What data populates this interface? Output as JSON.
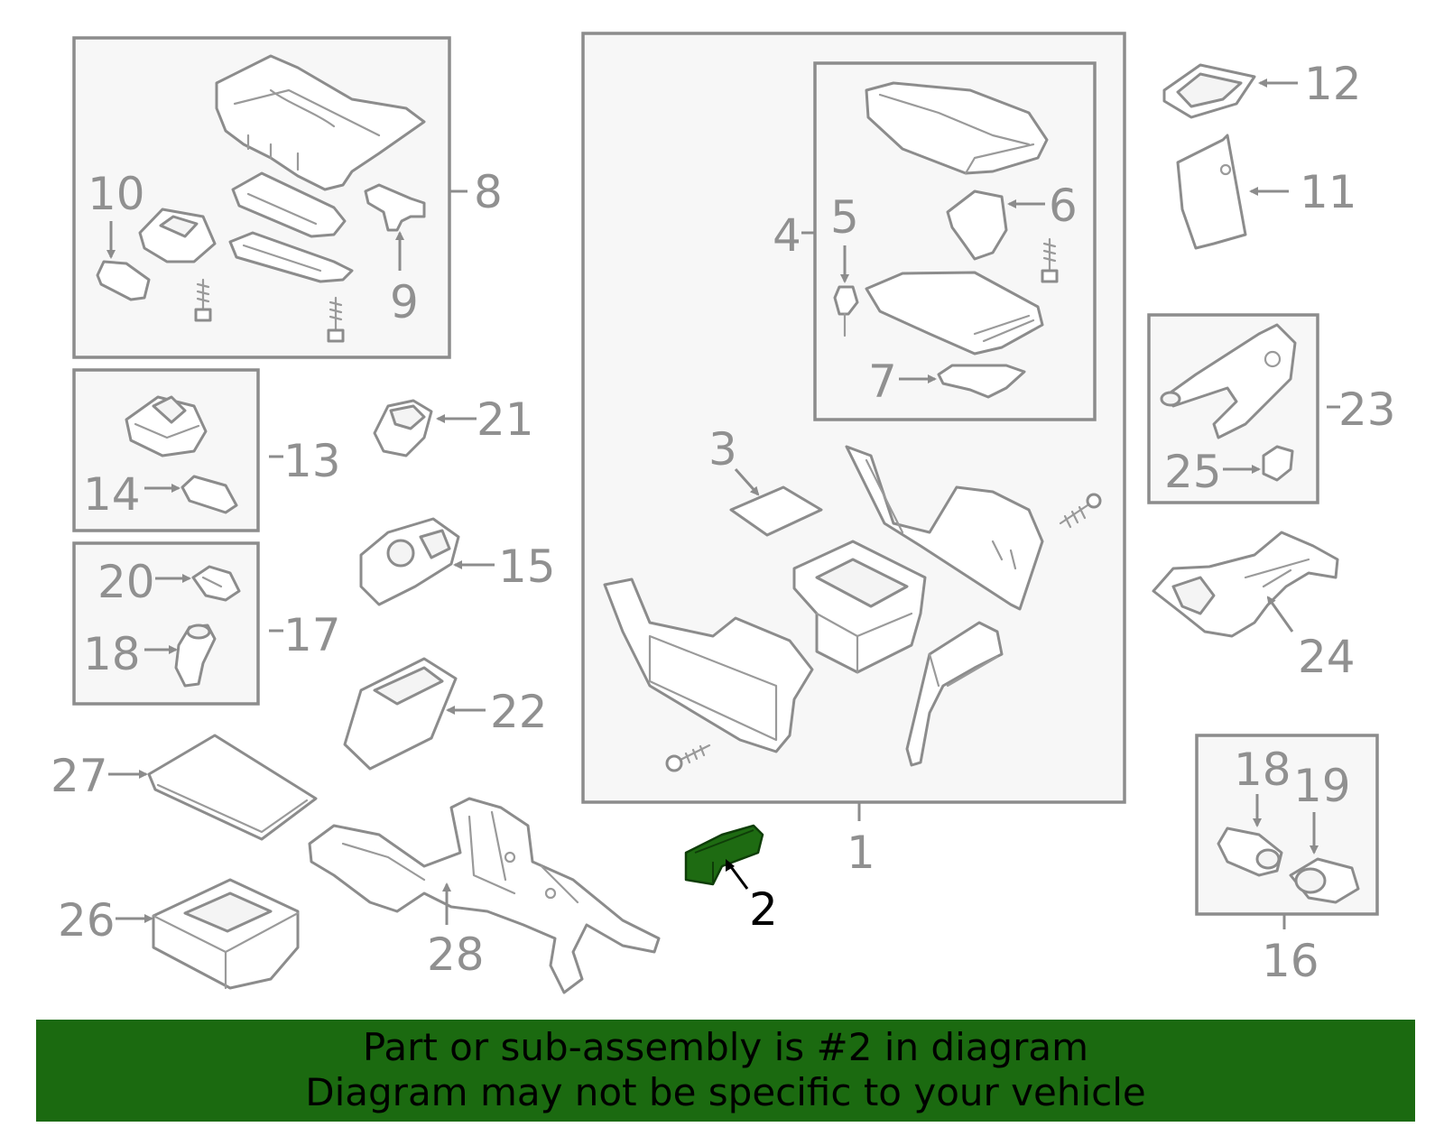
{
  "diagram": {
    "highlighted_part": "2",
    "highlight_color": "#1b6a10",
    "callouts": {
      "c1": "1",
      "c2": "2",
      "c3": "3",
      "c4": "4",
      "c5": "5",
      "c6": "6",
      "c7": "7",
      "c8": "8",
      "c9": "9",
      "c10": "10",
      "c11": "11",
      "c12": "12",
      "c13": "13",
      "c14": "14",
      "c15": "15",
      "c16": "16",
      "c17": "17",
      "c18a": "18",
      "c18b": "18",
      "c19": "19",
      "c20": "20",
      "c21": "21",
      "c22": "22",
      "c23": "23",
      "c24": "24",
      "c25": "25",
      "c26": "26",
      "c27": "27",
      "c28": "28"
    }
  },
  "banner": {
    "line1": "Part or sub-assembly is #2 in diagram",
    "line2": "Diagram may not be specific to your vehicle"
  }
}
